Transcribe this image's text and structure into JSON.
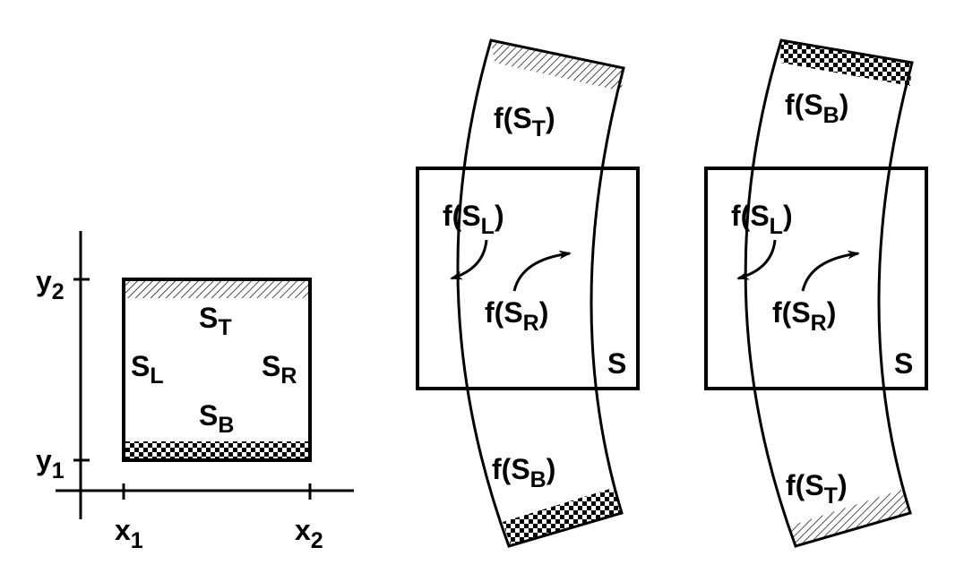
{
  "left_panel": {
    "y2": {
      "base": "y",
      "sub": "2"
    },
    "y1": {
      "base": "y",
      "sub": "1"
    },
    "x1": {
      "base": "x",
      "sub": "1"
    },
    "x2": {
      "base": "x",
      "sub": "2"
    },
    "s_top": {
      "base": "S",
      "sub": "T"
    },
    "s_left": {
      "base": "S",
      "sub": "L"
    },
    "s_right": {
      "base": "S",
      "sub": "R"
    },
    "s_bottom": {
      "base": "S",
      "sub": "B"
    }
  },
  "middle_panel": {
    "f_top": {
      "pre": "f(S",
      "sub": "T",
      "post": ")"
    },
    "f_left": {
      "pre": "f(S",
      "sub": "L",
      "post": ")"
    },
    "f_right": {
      "pre": "f(S",
      "sub": "R",
      "post": ")"
    },
    "f_bottom": {
      "pre": "f(S",
      "sub": "B",
      "post": ")"
    },
    "s_label": "S"
  },
  "right_panel": {
    "f_top": {
      "pre": "f(S",
      "sub": "B",
      "post": ")"
    },
    "f_left": {
      "pre": "f(S",
      "sub": "L",
      "post": ")"
    },
    "f_right": {
      "pre": "f(S",
      "sub": "R",
      "post": ")"
    },
    "f_bottom": {
      "pre": "f(S",
      "sub": "T",
      "post": ")"
    },
    "s_label": "S"
  },
  "colors": {
    "stroke": "#000000",
    "background": "#ffffff"
  }
}
